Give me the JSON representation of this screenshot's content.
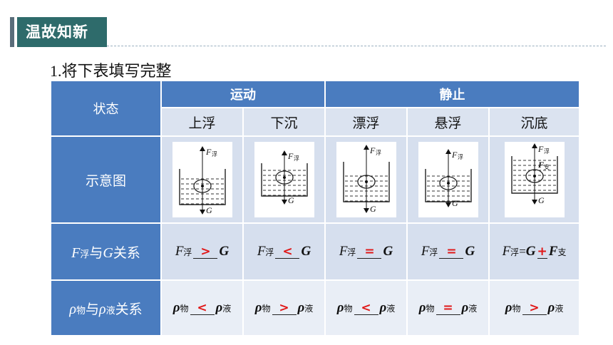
{
  "header": {
    "title": "温故知新"
  },
  "subtitle": {
    "num": "1.",
    "text": "将下表填写完整"
  },
  "table": {
    "state_label": "状态",
    "group_motion": "运动",
    "group_static": "静止",
    "states": [
      "上浮",
      "下沉",
      "漂浮",
      "悬浮",
      "沉底"
    ],
    "diagram_label": "示意图",
    "force_row_label": {
      "F": "F",
      "fu": "浮",
      "yu": "与",
      "G": "G",
      "rel": "关系"
    },
    "density_row_label": {
      "rho": "ρ",
      "wu": "物",
      "yu": "与",
      "ye": "液",
      "rel": "关系"
    },
    "force_answers": [
      ">",
      "<",
      "=",
      "=",
      "+"
    ],
    "density_answers": [
      "<",
      ">",
      "<",
      "=",
      ">"
    ],
    "symbols": {
      "F": "F",
      "G": "G",
      "rho": "ρ",
      "fu": "浮",
      "zhi": "支",
      "wu": "物",
      "ye": "液",
      "eq": "="
    }
  },
  "colors": {
    "header_bg": "#2e6b6b",
    "table_head": "#4a7cbf",
    "answer": "#e01818"
  }
}
